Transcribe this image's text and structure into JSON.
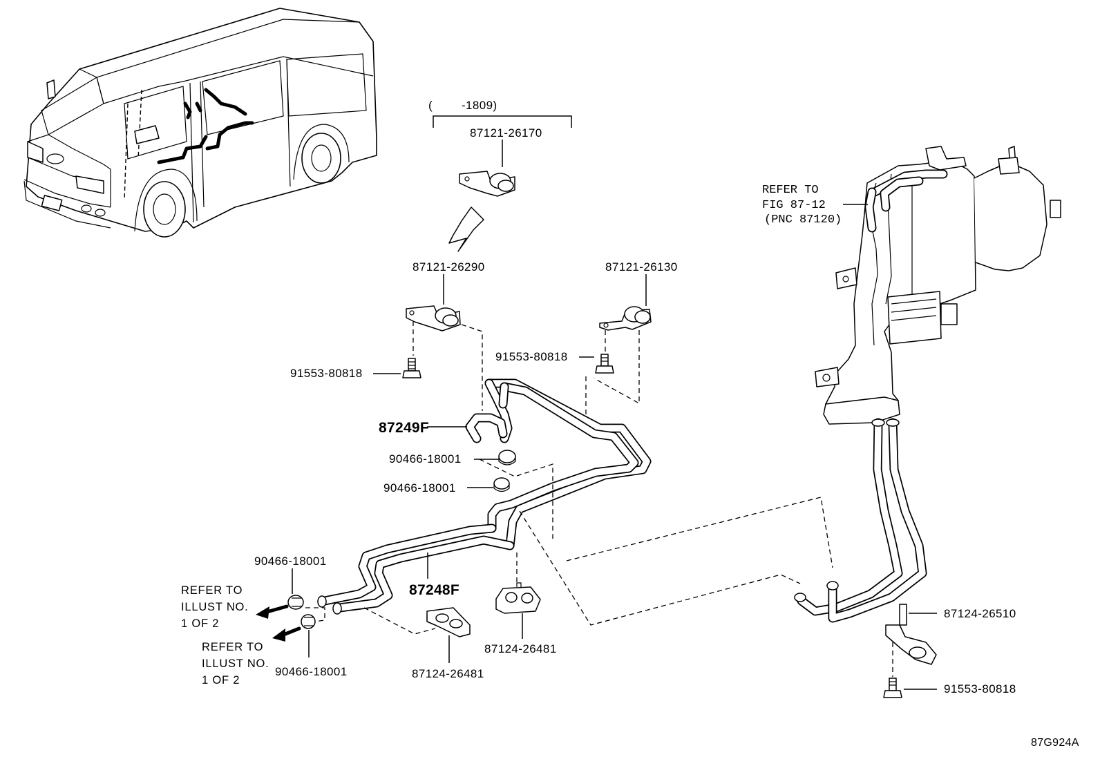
{
  "diagram_id": "87G924A",
  "bracket_range": {
    "open": "(",
    "range": "-1809)"
  },
  "labels": {
    "p87121_26170": "87121-26170",
    "p87121_26290": "87121-26290",
    "p87121_26130": "87121-26130",
    "p91553_80818_a": "91553-80818",
    "p91553_80818_b": "91553-80818",
    "p91553_80818_c": "91553-80818",
    "p87249F": "87249F",
    "p87248F": "87248F",
    "p90466_18001_a": "90466-18001",
    "p90466_18001_b": "90466-18001",
    "p90466_18001_c": "90466-18001",
    "p90466_18001_d": "90466-18001",
    "p87124_26481_a": "87124-26481",
    "p87124_26481_b": "87124-26481",
    "p87124_26510": "87124-26510"
  },
  "refer_fig": {
    "line1": "REFER TO",
    "line2": "FIG 87-12",
    "line3": "(PNC 87120)"
  },
  "refer_illust_1": {
    "line1": "REFER TO",
    "line2": "ILLUST NO.",
    "line3": "1 OF 2"
  },
  "refer_illust_2": {
    "line1": "REFER TO",
    "line2": "ILLUST NO.",
    "line3": "1 OF 2"
  }
}
